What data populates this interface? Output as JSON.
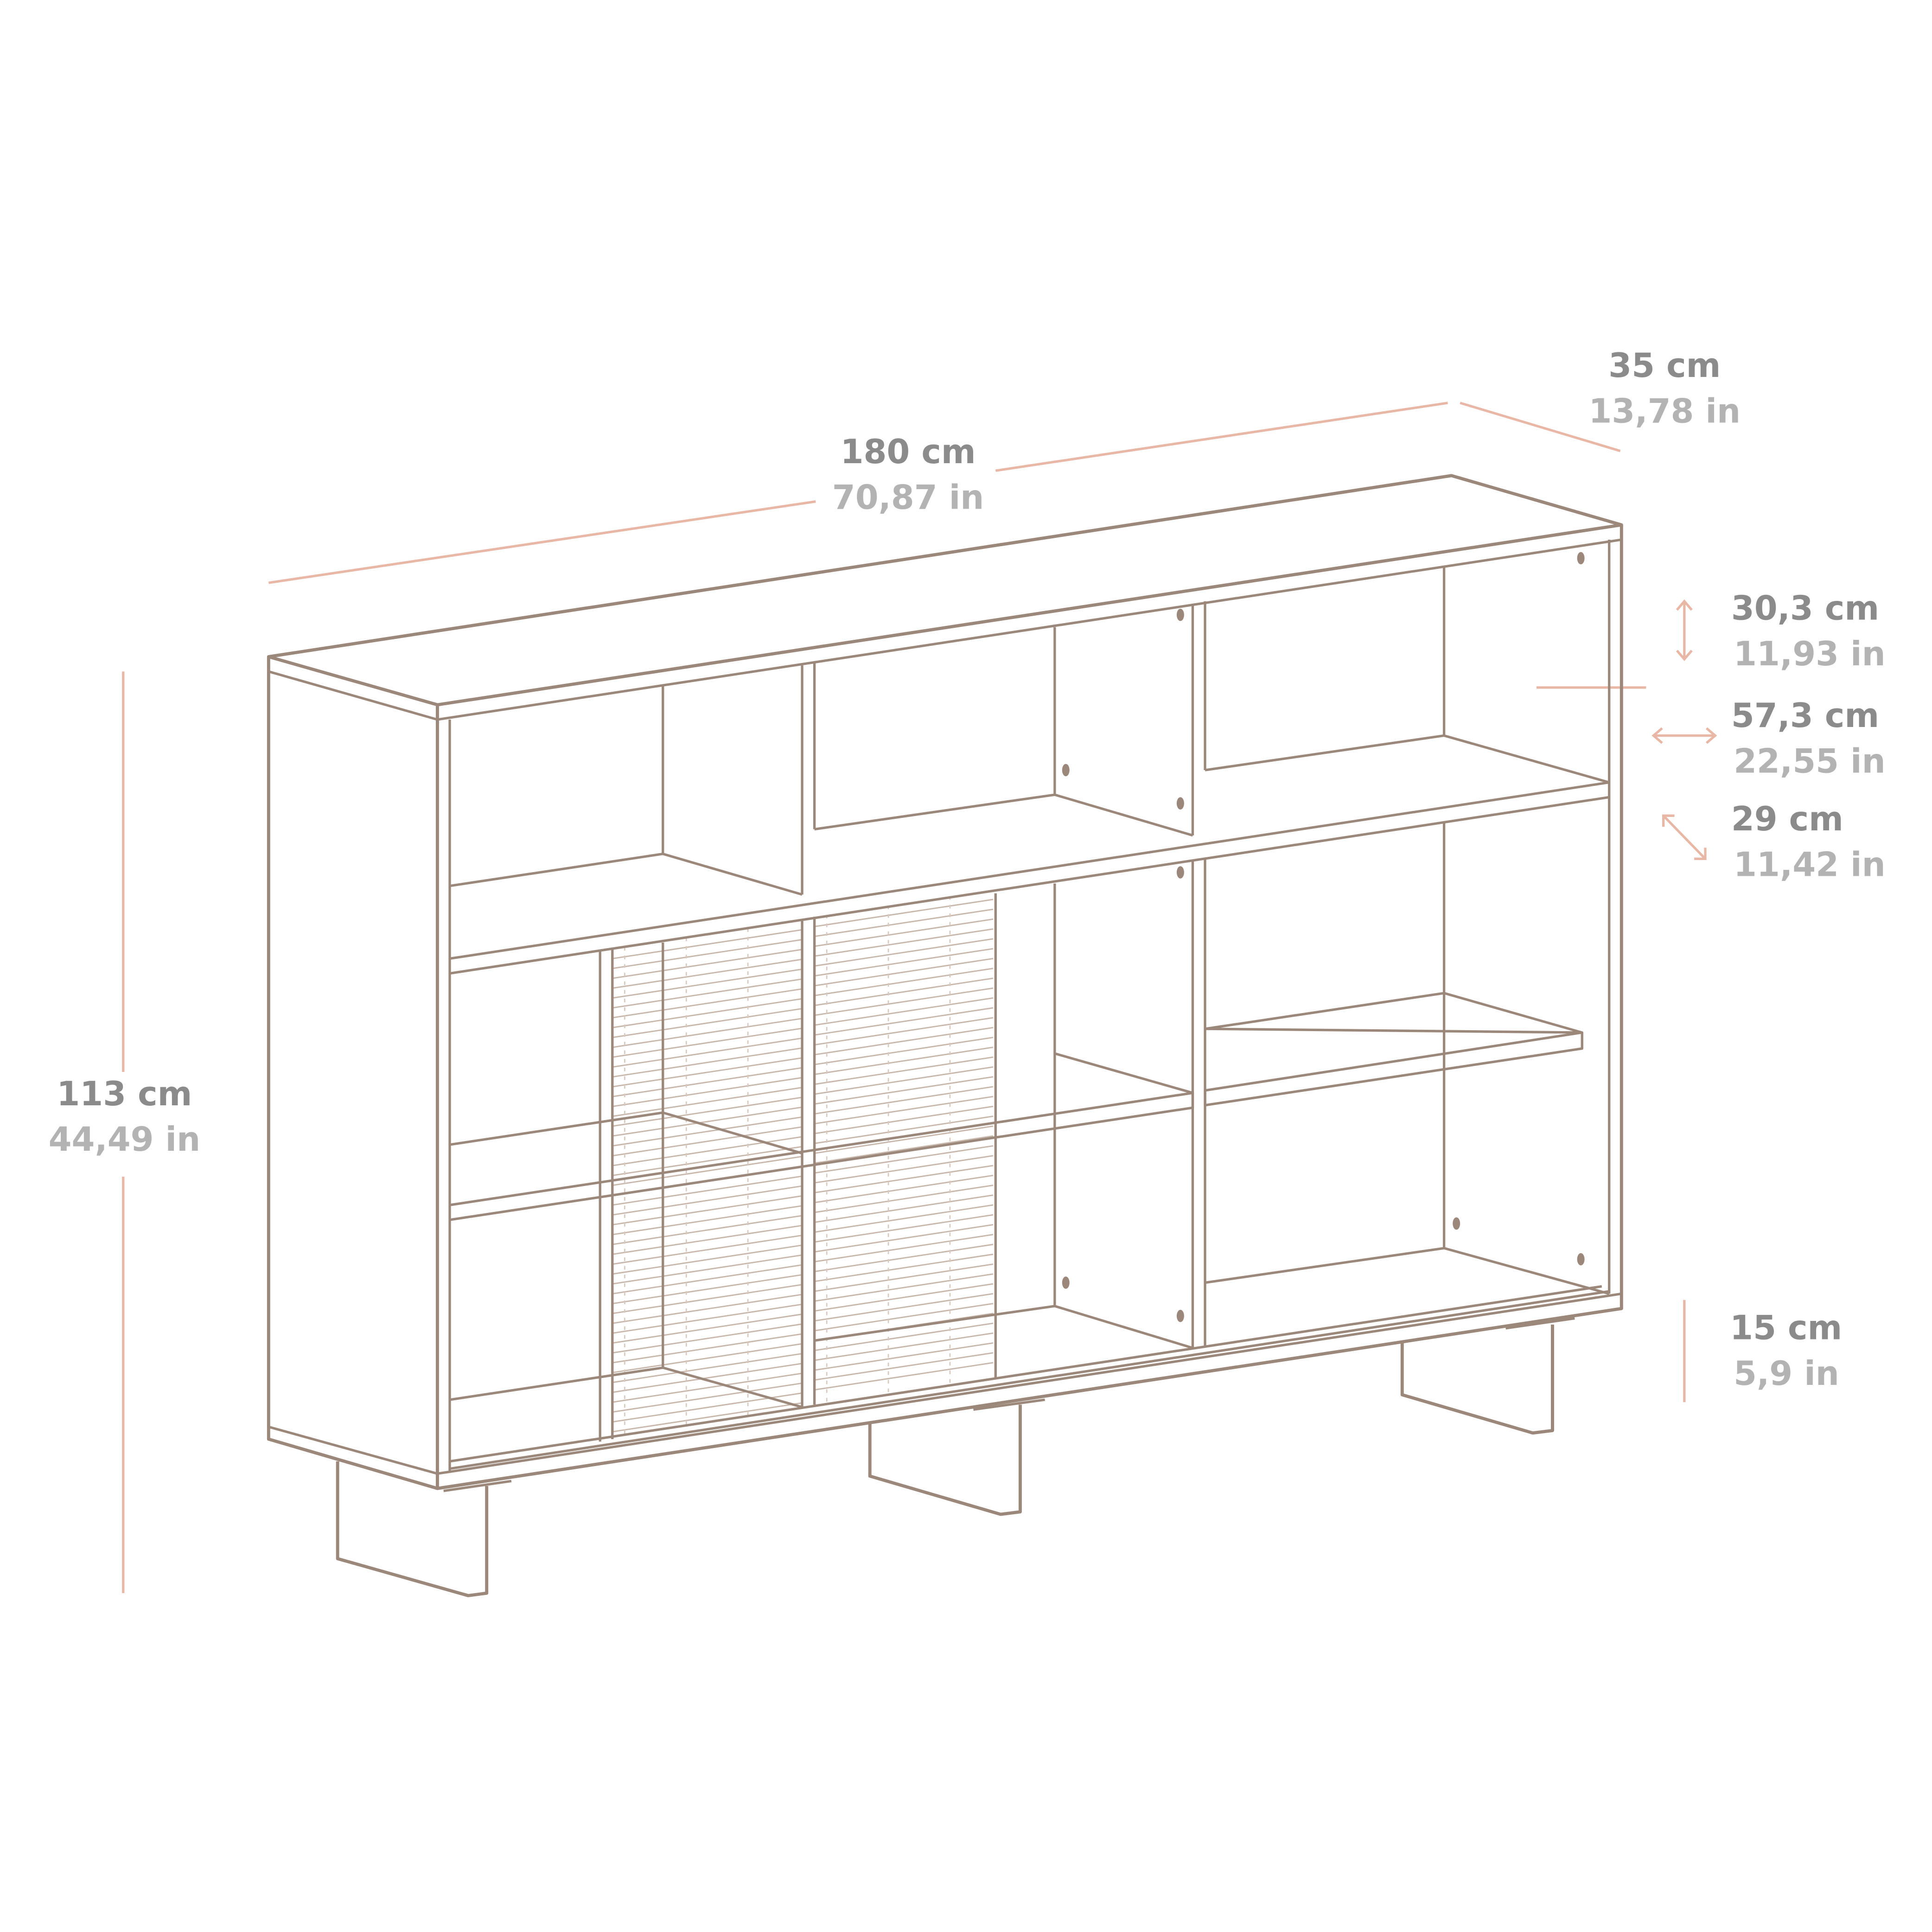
{
  "dimensions": {
    "width": {
      "cm": "180 cm",
      "in": "70,87 in"
    },
    "depth": {
      "cm": "35 cm",
      "in": "13,78 in"
    },
    "height": {
      "cm": "113 cm",
      "in": "44,49 in"
    },
    "compartment_height": {
      "cm": "30,3 cm",
      "in": "11,93 in"
    },
    "compartment_width": {
      "cm": "57,3 cm",
      "in": "22,55 in"
    },
    "compartment_depth": {
      "cm": "29 cm",
      "in": "11,42 in"
    },
    "leg_height": {
      "cm": "15 cm",
      "in": "5,9 in"
    }
  },
  "colors": {
    "line": "#9c877b",
    "dimension": "#e9b7a6",
    "primary_text": "#8b8b8b",
    "secondary_text": "#b3b3b3"
  }
}
